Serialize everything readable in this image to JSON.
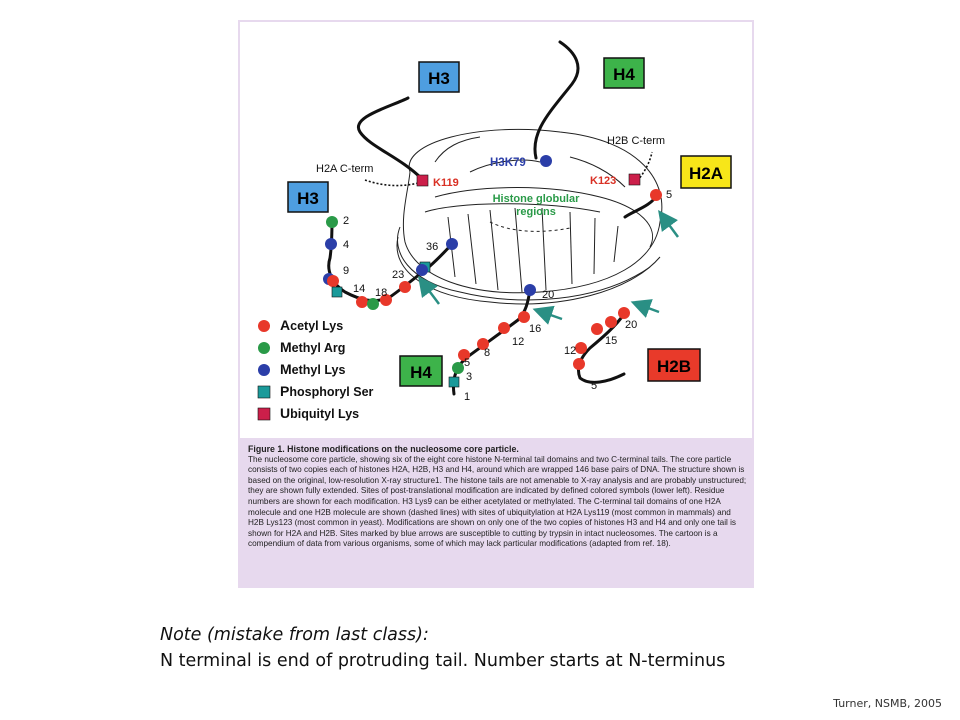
{
  "figure": {
    "labels": {
      "h3_top": "H3",
      "h4_top": "H4",
      "h2a": "H2A",
      "h3_left": "H3",
      "h4_bottom": "H4",
      "h2b": "H2B",
      "h2a_cterm": "H2A C-term",
      "h2b_cterm": "H2B C-term",
      "h3k79": "H3K79",
      "k119": "K119",
      "k123": "K123",
      "globular_line1": "Histone globular",
      "globular_line2": "regions"
    },
    "residues": {
      "h3": [
        "2",
        "4",
        "9",
        "14",
        "18",
        "23",
        "36"
      ],
      "h4": [
        "1",
        "3",
        "5",
        "8",
        "12",
        "16",
        "20"
      ],
      "h2a": [
        "5"
      ],
      "h2b": [
        "5",
        "12",
        "15",
        "20"
      ]
    },
    "legend": [
      {
        "initial": "A",
        "rest": "cetyl Lys",
        "color": "#e8382a",
        "shape": "circle"
      },
      {
        "initial": "M",
        "rest": "ethyl Arg",
        "color": "#2a9a48",
        "shape": "circle"
      },
      {
        "initial": "M",
        "rest": "ethyl Lys",
        "color": "#2b3ea8",
        "shape": "circle"
      },
      {
        "initial": "P",
        "rest": "hosphoryl Ser",
        "color": "#1a9a9a",
        "shape": "square"
      },
      {
        "initial": "U",
        "rest": "biquityl Lys",
        "color": "#cc1f4a",
        "shape": "square"
      }
    ],
    "colors": {
      "acetyl": "#e8382a",
      "methyl_arg": "#2a9a48",
      "methyl_lys": "#2b3ea8",
      "phospho": "#1a9a9a",
      "ubiquityl": "#cc1f4a",
      "h3_box": "#4e9ee0",
      "h4_box": "#3db34a",
      "h2a_box": "#f7e619",
      "h2b_box": "#e83a2a",
      "arrow": "#2a8f84",
      "panel": "#e7d9ee"
    },
    "caption_title": "Figure 1. Histone modifications on the nucleosome core particle.",
    "caption_body": "The nucleosome core particle, showing six of the eight core histone N-terminal tail domains and two C-terminal tails. The core particle consists of two copies each of histones H2A, H2B, H3 and H4, around which are wrapped 146 base pairs of DNA. The structure shown is based on the original, low-resolution X-ray structure1. The histone tails are not amenable to X-ray analysis and are probably unstructured; they are shown fully extended. Sites of post-translational modification are indicated by defined colored symbols (lower left). Residue numbers are shown for each modification. H3 Lys9 can be either acetylated or methylated. The C-terminal tail domains of one H2A molecule and one H2B molecule are shown (dashed lines) with sites of ubiquitylation at H2A Lys119 (most common in mammals) and H2B Lys123 (most common in yeast). Modifications are shown on only one of the two copies of histones H3 and H4 and only one tail is shown for H2A and H2B. Sites marked by blue arrows are susceptible to cutting by trypsin in intact nucleosomes. The cartoon is a compendium of data from various organisms, some of which may lack particular modifications (adapted from ref. 18)."
  },
  "note": {
    "heading": "Note (mistake from last class):",
    "body": "N terminal is end of protruding tail. Number starts at N-terminus"
  },
  "credit": "Turner, NSMB, 2005"
}
